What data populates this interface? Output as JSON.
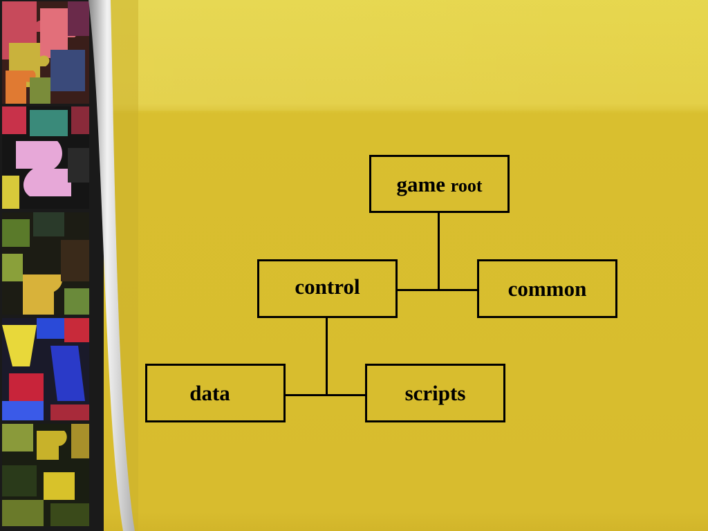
{
  "diagram": {
    "nodes": {
      "game_root": {
        "word1": "game",
        "word2": "root"
      },
      "control": {
        "label": "control"
      },
      "common": {
        "label": "common"
      },
      "data": {
        "label": "data"
      },
      "scripts": {
        "label": "scripts"
      }
    },
    "edges": [
      {
        "from": "game_root",
        "to": "control"
      },
      {
        "from": "game_root",
        "to": "common"
      },
      {
        "from": "control",
        "to": "data"
      },
      {
        "from": "control",
        "to": "scripts"
      }
    ]
  },
  "colors": {
    "background": "#d9bd2e",
    "background_top": "#e6d64a",
    "box_border": "#000000",
    "text": "#000000"
  }
}
